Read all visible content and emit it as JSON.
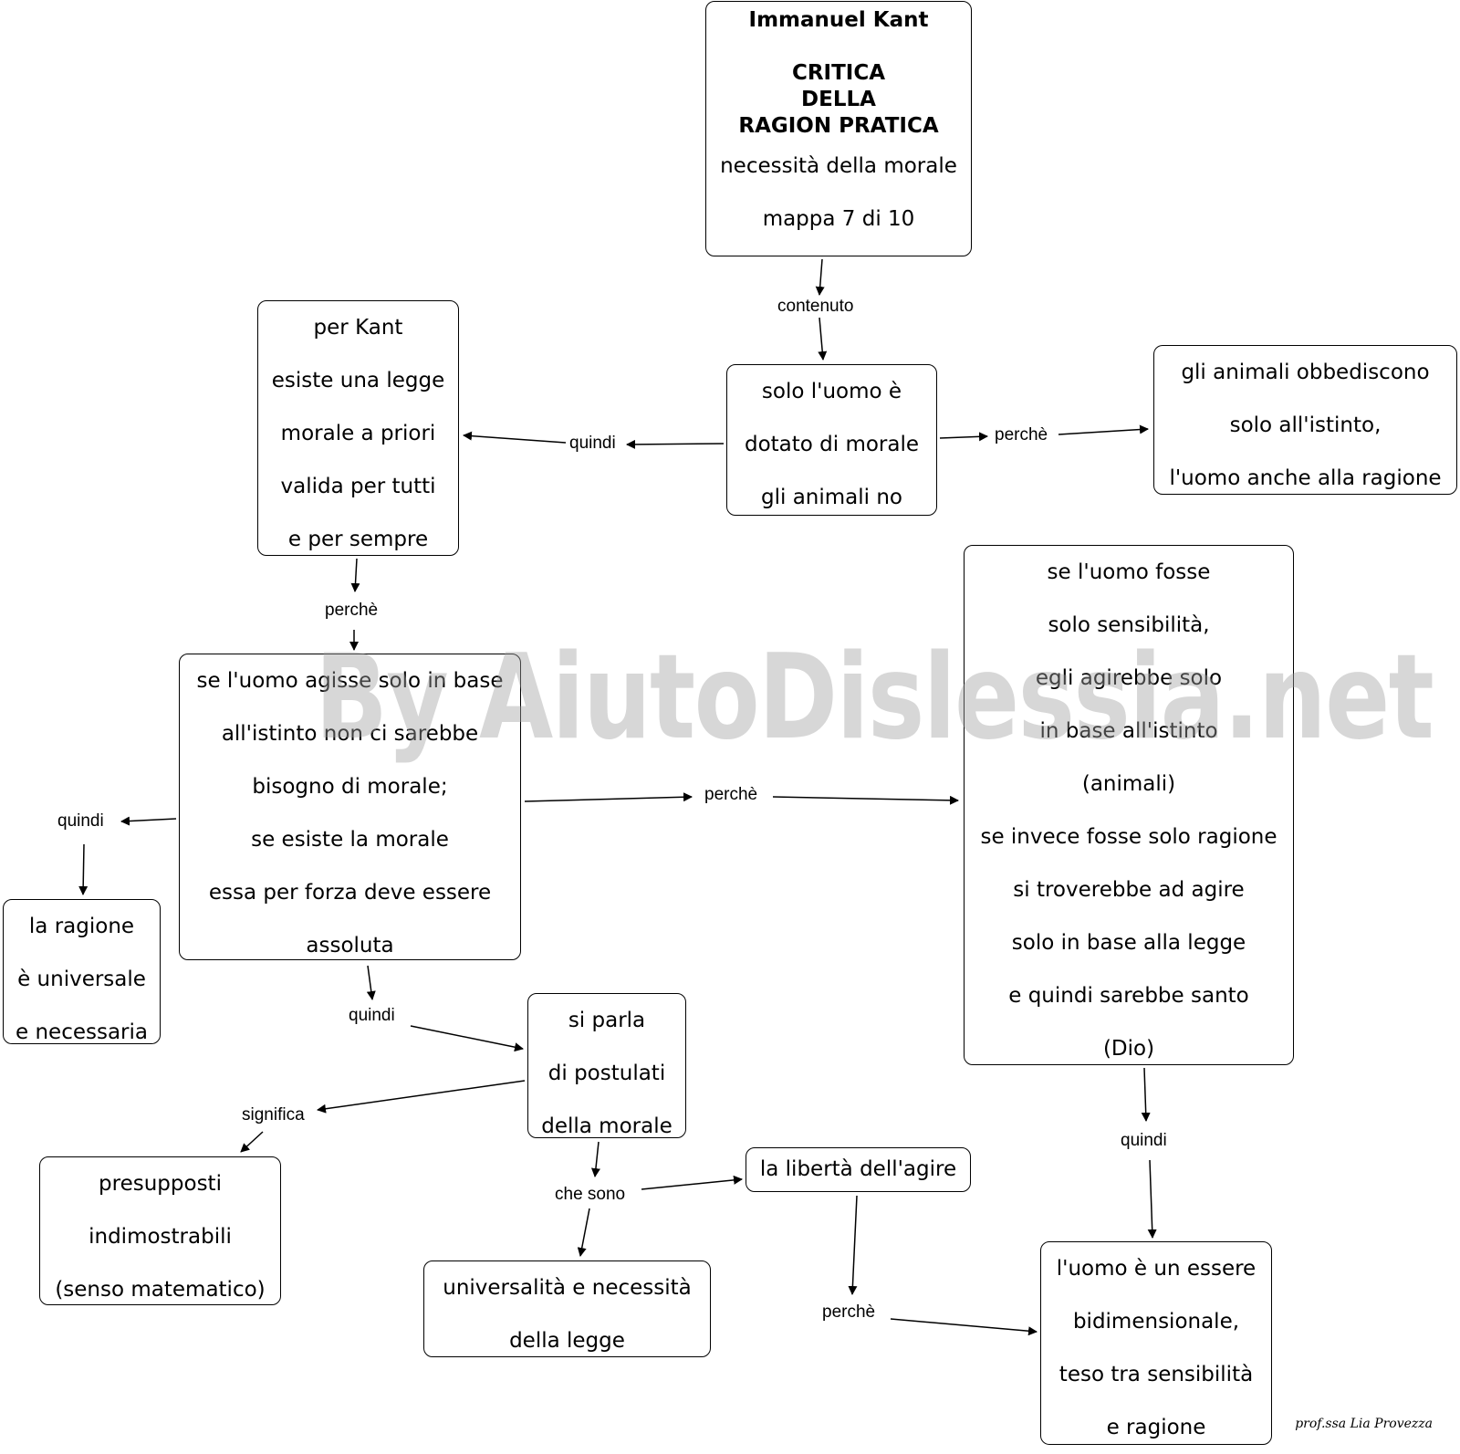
{
  "title_node": {
    "author": "Immanuel Kant",
    "work": [
      "CRITICA",
      "DELLA",
      "RAGION PRATICA"
    ],
    "subtitle": "necessità della morale",
    "map_index": "mappa 7 di 10"
  },
  "nodes": {
    "uomo_morale": [
      "solo l'uomo è",
      "dotato di morale",
      "gli animali no"
    ],
    "animali_istinto": [
      "gli animali obbediscono",
      "solo all'istinto,",
      "l'uomo anche alla ragione"
    ],
    "legge_morale": [
      "per Kant",
      "esiste una legge",
      "morale a priori",
      "valida per tutti",
      "e per sempre"
    ],
    "istinto_morale": [
      "se l'uomo agisse solo in base",
      "all'istinto non ci sarebbe",
      "bisogno di morale;",
      "se esiste la morale",
      "essa per forza deve essere",
      "assoluta"
    ],
    "sensibilita_ragione": [
      "se l'uomo fosse",
      "solo sensibilità,",
      "egli agirebbe solo",
      "in base all'istinto",
      "(animali)",
      "se invece fosse solo ragione",
      "si troverebbe ad agire",
      "solo in base alla legge",
      "e quindi sarebbe santo",
      "(Dio)"
    ],
    "ragione_universale": [
      "la ragione",
      "è universale",
      "e necessaria"
    ],
    "postulati": [
      "si parla",
      "di postulati",
      "della morale"
    ],
    "presupposti": [
      "presupposti",
      "indimostrabili",
      "(senso matematico)"
    ],
    "liberta": [
      "la libertà dell'agire"
    ],
    "universalita": [
      "universalità e necessità",
      "della legge"
    ],
    "bidimensionale": [
      "l'uomo è un essere",
      "bidimensionale,",
      "teso tra sensibilità",
      "e ragione"
    ]
  },
  "links": {
    "contenuto": "contenuto",
    "quindi_1": "quindi",
    "perche_1": "perchè",
    "perche_2": "perchè",
    "perche_3": "perchè",
    "quindi_2": "quindi",
    "quindi_3": "quindi",
    "quindi_4": "quindi",
    "significa": "significa",
    "che_sono": "che sono",
    "perche_4": "perchè"
  },
  "watermark": "By AiutoDislessia.net",
  "credit": "prof.ssa Lia Provezza"
}
